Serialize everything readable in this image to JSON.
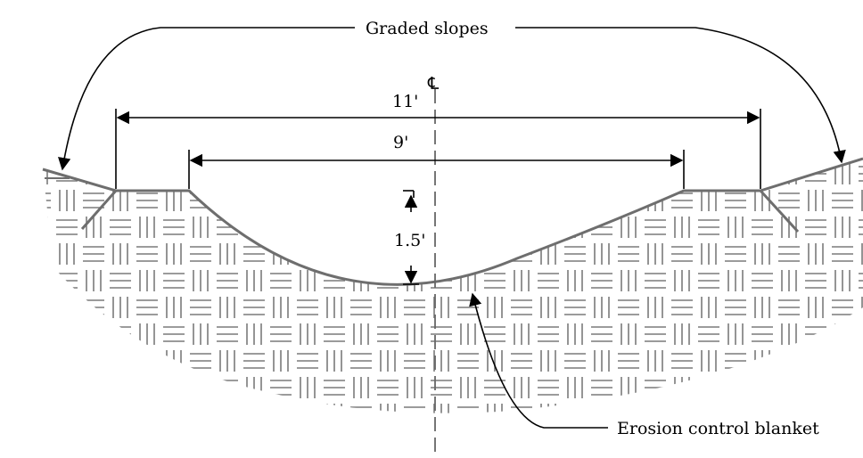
{
  "labels": {
    "graded_slopes": "Graded slopes",
    "top_width": "11'",
    "bottom_width": "9'",
    "depth": "1.5'",
    "erosion_blanket": "Erosion control blanket",
    "centerline": "℄"
  },
  "colors": {
    "ink": "#000000",
    "soil": "#7a7a7a",
    "surface": "#6e6e6e"
  }
}
